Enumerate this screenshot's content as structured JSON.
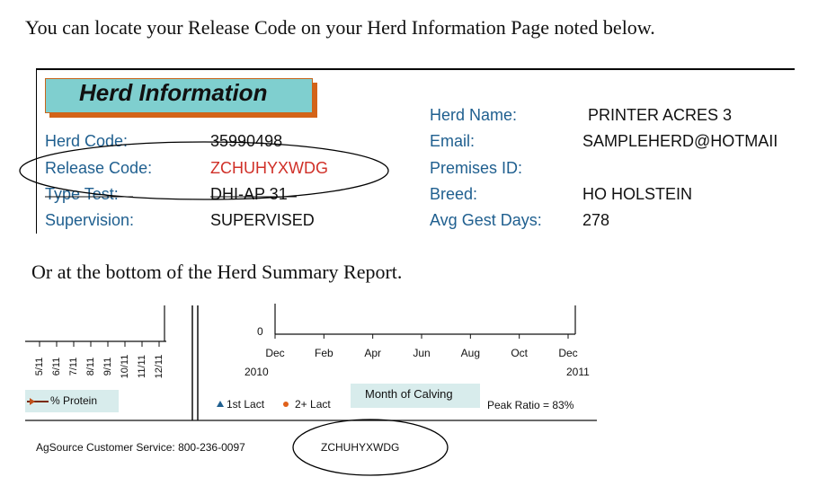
{
  "intro_text": "You can locate your Release Code on your Herd Information Page noted below.",
  "herd_info": {
    "title": "Herd Information",
    "left": [
      {
        "label": "Herd Code:",
        "value": "35990498"
      },
      {
        "label": "Release Code:",
        "value": "ZCHUHYXWDG"
      },
      {
        "label": "Type Test:",
        "value": "DHI-AP 31"
      },
      {
        "label": "Supervision:",
        "value": "SUPERVISED"
      }
    ],
    "right": [
      {
        "label": "Herd Name:",
        "value": "PRINTER ACRES 3"
      },
      {
        "label": "Email:",
        "value": "SAMPLEHERD@HOTMAII"
      },
      {
        "label": "Premises ID:",
        "value": ""
      },
      {
        "label": "Breed:",
        "value": "HO HOLSTEIN"
      },
      {
        "label": "Avg Gest Days:",
        "value": "278"
      }
    ]
  },
  "or_text": "Or at the bottom of the Herd Summary Report.",
  "report": {
    "month_ticks": [
      "5/11",
      "6/11",
      "7/11",
      "8/11",
      "9/11",
      "10/11",
      "11/11",
      "12/11"
    ],
    "protein_legend": "% Protein",
    "zero_label": "0",
    "x_ticks": [
      {
        "label": "Dec",
        "sub": "2010"
      },
      {
        "label": "Feb",
        "sub": ""
      },
      {
        "label": "Apr",
        "sub": ""
      },
      {
        "label": "Jun",
        "sub": ""
      },
      {
        "label": "Aug",
        "sub": ""
      },
      {
        "label": "Oct",
        "sub": ""
      },
      {
        "label": "Dec",
        "sub": "2011"
      }
    ],
    "legend_1st": "1st Lact",
    "legend_2plus": "2+ Lact",
    "month_of_calving": "Month of Calving",
    "peak_ratio": "Peak Ratio = 83%",
    "customer_service": "AgSource Customer Service: 800-236-0097",
    "release_code": "ZCHUHYXWDG"
  },
  "colors": {
    "label_blue": "#1f5f8f",
    "release_red": "#d03028",
    "box_teal": "#7fcfcf",
    "shadow_orange": "#d46318",
    "legend_bg": "#d8ecec"
  }
}
